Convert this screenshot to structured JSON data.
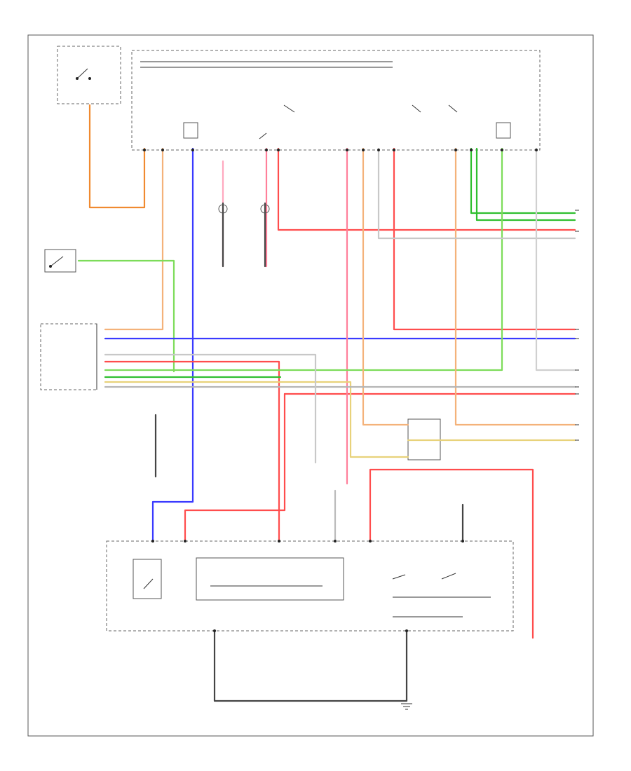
{
  "diagram": {
    "footer_code": "",
    "components": [
      {
        "key": "brake_switch",
        "label": ""
      },
      {
        "key": "mirror_switch",
        "label": ""
      },
      {
        "key": "gauge_cluster",
        "label": ""
      },
      {
        "key": "main_module",
        "label": ""
      },
      {
        "key": "ground_bottom",
        "label": ""
      },
      {
        "key": "exterior_lamp",
        "label": ""
      },
      {
        "key": "power_dist",
        "label": ""
      }
    ],
    "wire_colors": {
      "orange": "#f4a460",
      "orange_dark": "#f08a30",
      "blue": "#3a3aff",
      "red": "#ff4d4d",
      "pink": "#ff9eb5",
      "green": "#2fbf2f",
      "green_light": "#7ddc5a",
      "yellow": "#e8d27a",
      "grey": "#9a9a9a",
      "dark": "#333333"
    }
  }
}
